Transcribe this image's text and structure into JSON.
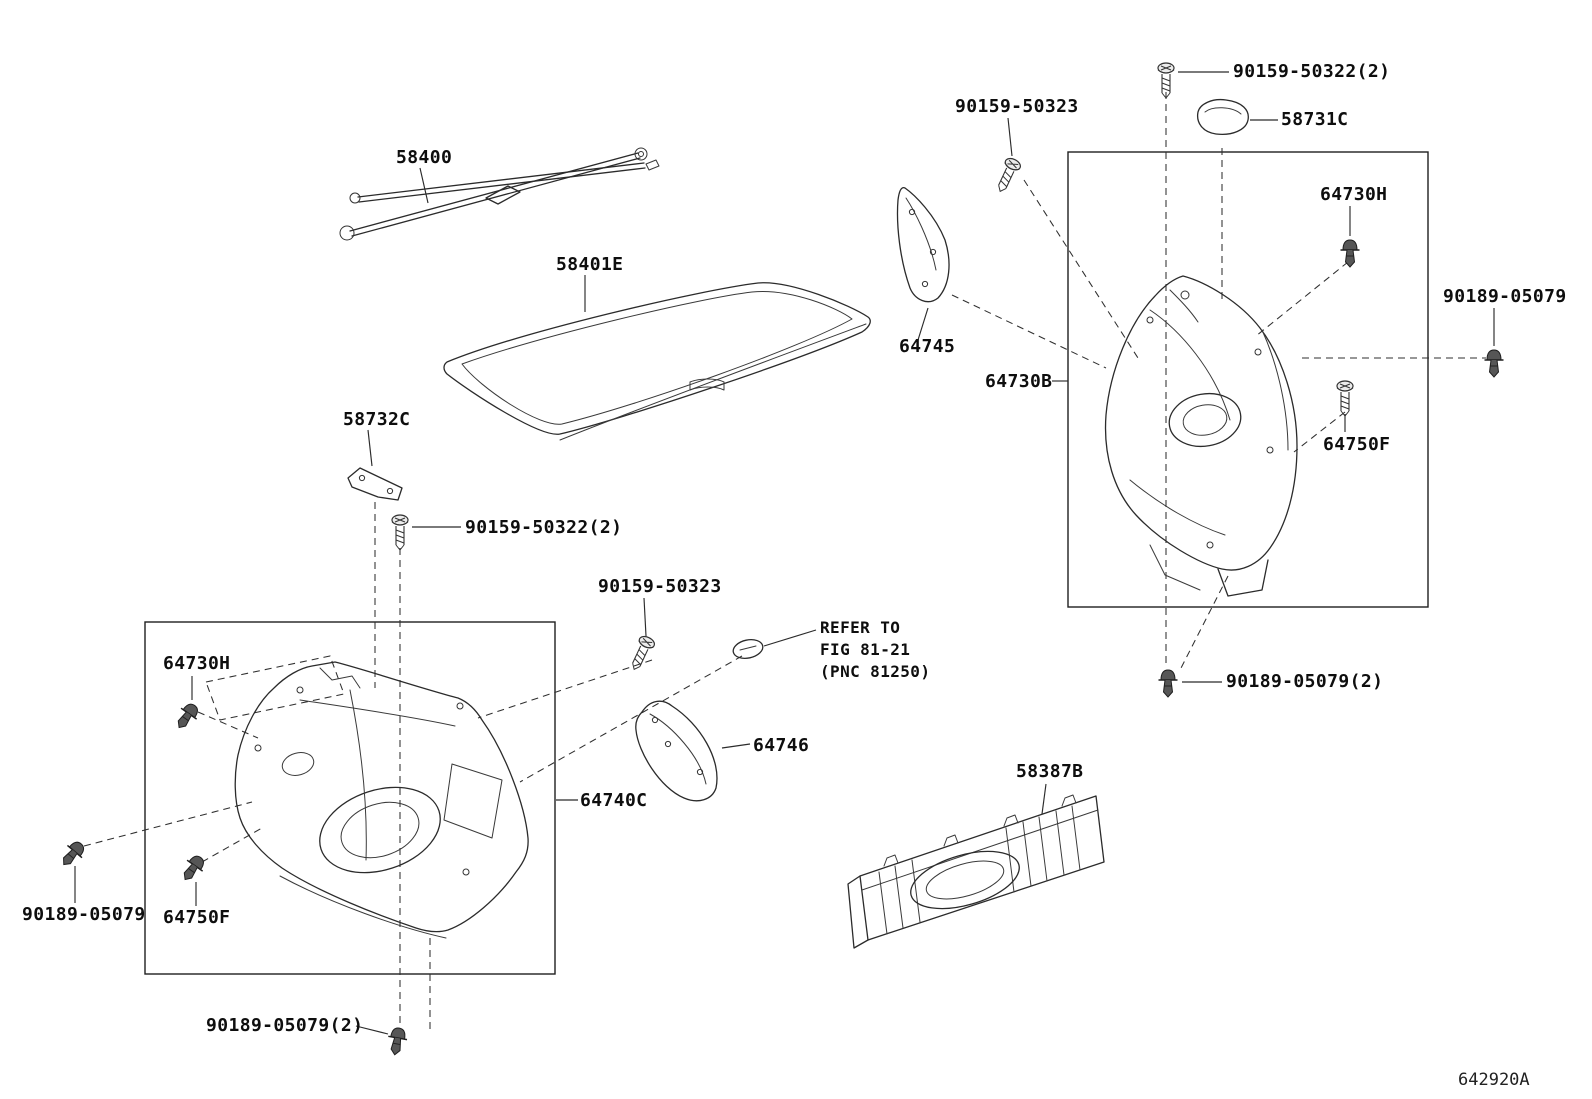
{
  "meta": {
    "diagram_code": "642920A",
    "background_color": "#ffffff",
    "line_color": "#2b2b2b"
  },
  "labels": {
    "p58400": "58400",
    "p58401E": "58401E",
    "p58732C": "58732C",
    "p90159_50322_2": "90159-50322(2)",
    "p90159_50323": "90159-50323",
    "p64730H": "64730H",
    "p90189_05079": "90189-05079",
    "p64750F": "64750F",
    "p64740C": "64740C",
    "p90189_05079_2": "90189-05079(2)",
    "p64745": "64745",
    "p64746": "64746",
    "p64730B": "64730B",
    "p58731C": "58731C",
    "p58387B": "58387B",
    "refer_note": {
      "line1": "REFER TO",
      "line2": "FIG 81-21",
      "line3": "(PNC 81250)"
    }
  }
}
